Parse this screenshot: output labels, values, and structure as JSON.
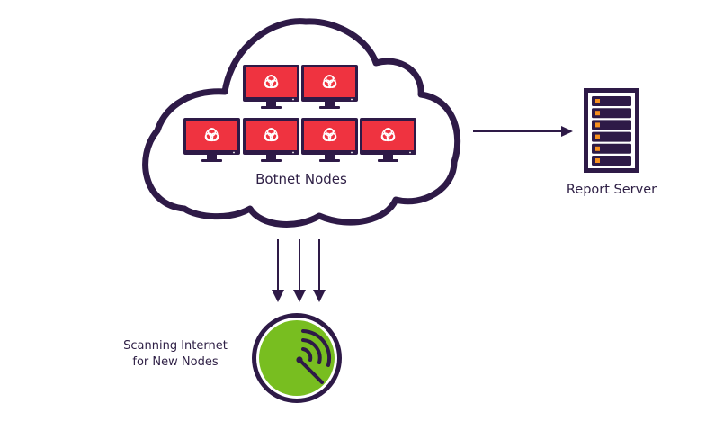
{
  "colors": {
    "outline": "#2e1a47",
    "monitor_screen": "#ef3340",
    "server_led": "#f7901e",
    "scanner_fill": "#78be20",
    "text": "#2e1f45"
  },
  "cloud": {
    "label": "Botnet Nodes",
    "nodes": [
      {
        "row": 1,
        "icon": "biohazard-icon"
      },
      {
        "row": 1,
        "icon": "biohazard-icon"
      },
      {
        "row": 2,
        "icon": "biohazard-icon"
      },
      {
        "row": 2,
        "icon": "biohazard-icon"
      },
      {
        "row": 2,
        "icon": "biohazard-icon"
      },
      {
        "row": 2,
        "icon": "biohazard-icon"
      }
    ]
  },
  "server": {
    "label": "Report Server",
    "slots": 6
  },
  "scanner": {
    "label_line1": "Scanning Internet",
    "label_line2": "for New Nodes",
    "icon": "radar-signal-icon"
  },
  "arrows": {
    "to_server": 1,
    "to_scanner": 3
  }
}
